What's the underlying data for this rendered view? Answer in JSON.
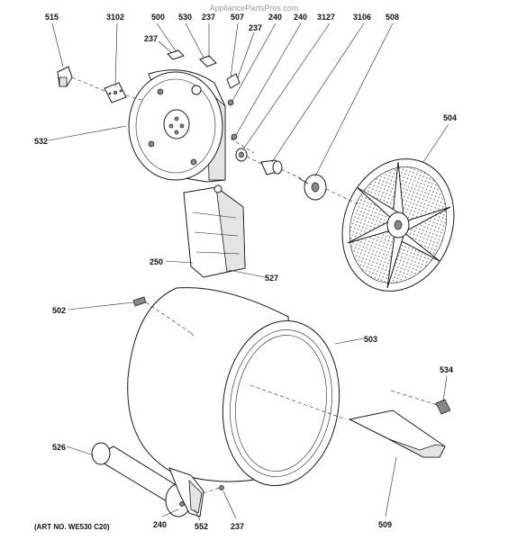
{
  "watermark": "AppliancePartsPros.com",
  "art_number": "(ART NO. WE530 C20)",
  "callouts": {
    "c515": "515",
    "c3102": "3102",
    "c500": "500",
    "c530": "530",
    "c237a": "237",
    "c507": "507",
    "c240a": "240",
    "c240b": "240",
    "c3127": "3127",
    "c3106": "3106",
    "c508": "508",
    "c237b": "237",
    "c237c": "237",
    "c532": "532",
    "c504": "504",
    "c250": "250",
    "c527": "527",
    "c502": "502",
    "c503": "503",
    "c534": "534",
    "c526": "526",
    "c240c": "240",
    "c552": "552",
    "c237d": "237",
    "c509": "509"
  }
}
